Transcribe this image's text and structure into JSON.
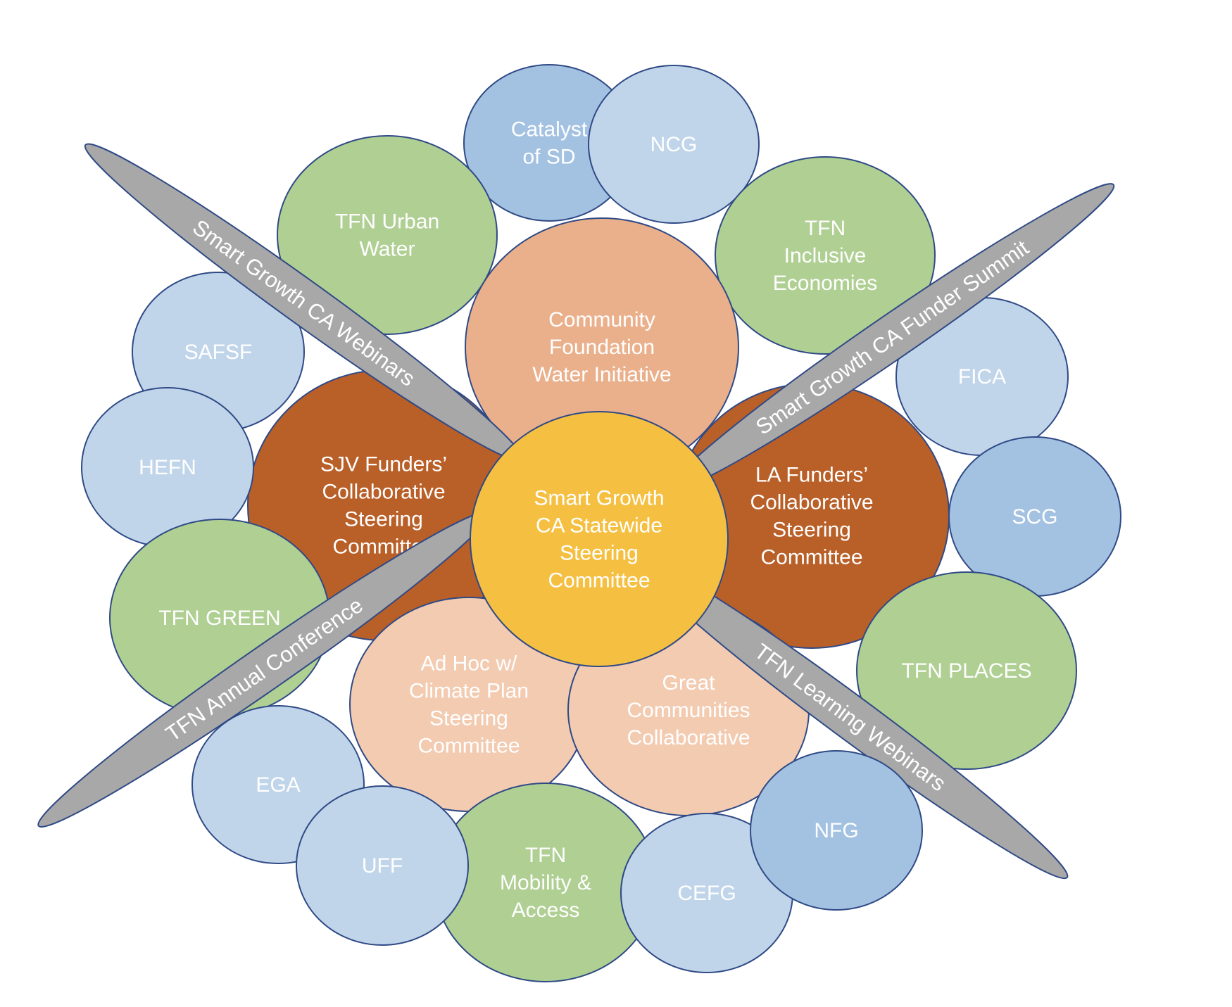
{
  "colors": {
    "light_blue": "#c0d5ea",
    "mid_blue": "#a3c1e1",
    "green": "#afcf93",
    "peach": "#eab08b",
    "light_peach": "#f2cbb1",
    "rust": "#b95f28",
    "gold": "#f5c042",
    "band_gray": "#a8a8a8",
    "outline": "#2f4a86"
  },
  "outer_circles": {
    "catalyst": {
      "label": [
        "Catalyst",
        "of SD"
      ]
    },
    "ncg": {
      "label": [
        "NCG"
      ]
    },
    "tfn_urban_water": {
      "label": [
        "TFN Urban",
        "Water"
      ]
    },
    "tfn_inclusive": {
      "label": [
        "TFN",
        "Inclusive",
        "Economies"
      ]
    },
    "safsf": {
      "label": [
        "SAFSF"
      ]
    },
    "fica": {
      "label": [
        "FICA"
      ]
    },
    "hefn": {
      "label": [
        "HEFN"
      ]
    },
    "scg": {
      "label": [
        "SCG"
      ]
    },
    "tfn_green": {
      "label": [
        "TFN GREEN"
      ]
    },
    "tfn_places": {
      "label": [
        "TFN PLACES"
      ]
    },
    "ega": {
      "label": [
        "EGA"
      ]
    },
    "nfg": {
      "label": [
        "NFG"
      ]
    },
    "uff": {
      "label": [
        "UFF"
      ]
    },
    "tfn_mobility": {
      "label": [
        "TFN",
        "Mobility &",
        "Access"
      ]
    },
    "cefg": {
      "label": [
        "CEFG"
      ]
    }
  },
  "inner_circles": {
    "cfwi": {
      "label": [
        "Community",
        "Foundation",
        "Water Initiative"
      ]
    },
    "sjv": {
      "label": [
        "SJV Funders’",
        "Collaborative",
        "Steering",
        "Committee"
      ]
    },
    "la": {
      "label": [
        "LA Funders’",
        "Collaborative",
        "Steering",
        "Committee"
      ]
    },
    "adhoc": {
      "label": [
        "Ad Hoc w/",
        "Climate Plan",
        "Steering",
        "Committee"
      ]
    },
    "gcc": {
      "label": [
        "Great",
        "Communities",
        "Collaborative"
      ]
    }
  },
  "hub": {
    "label": [
      "Smart Growth",
      "CA Statewide",
      "Steering",
      "Committee"
    ]
  },
  "bands": {
    "webinars": {
      "label": "Smart Growth CA Webinars"
    },
    "summit": {
      "label": "Smart Growth CA Funder Summit"
    },
    "conference": {
      "label": "TFN Annual Conference"
    },
    "learning": {
      "label": "TFN Learning Webinars"
    }
  }
}
